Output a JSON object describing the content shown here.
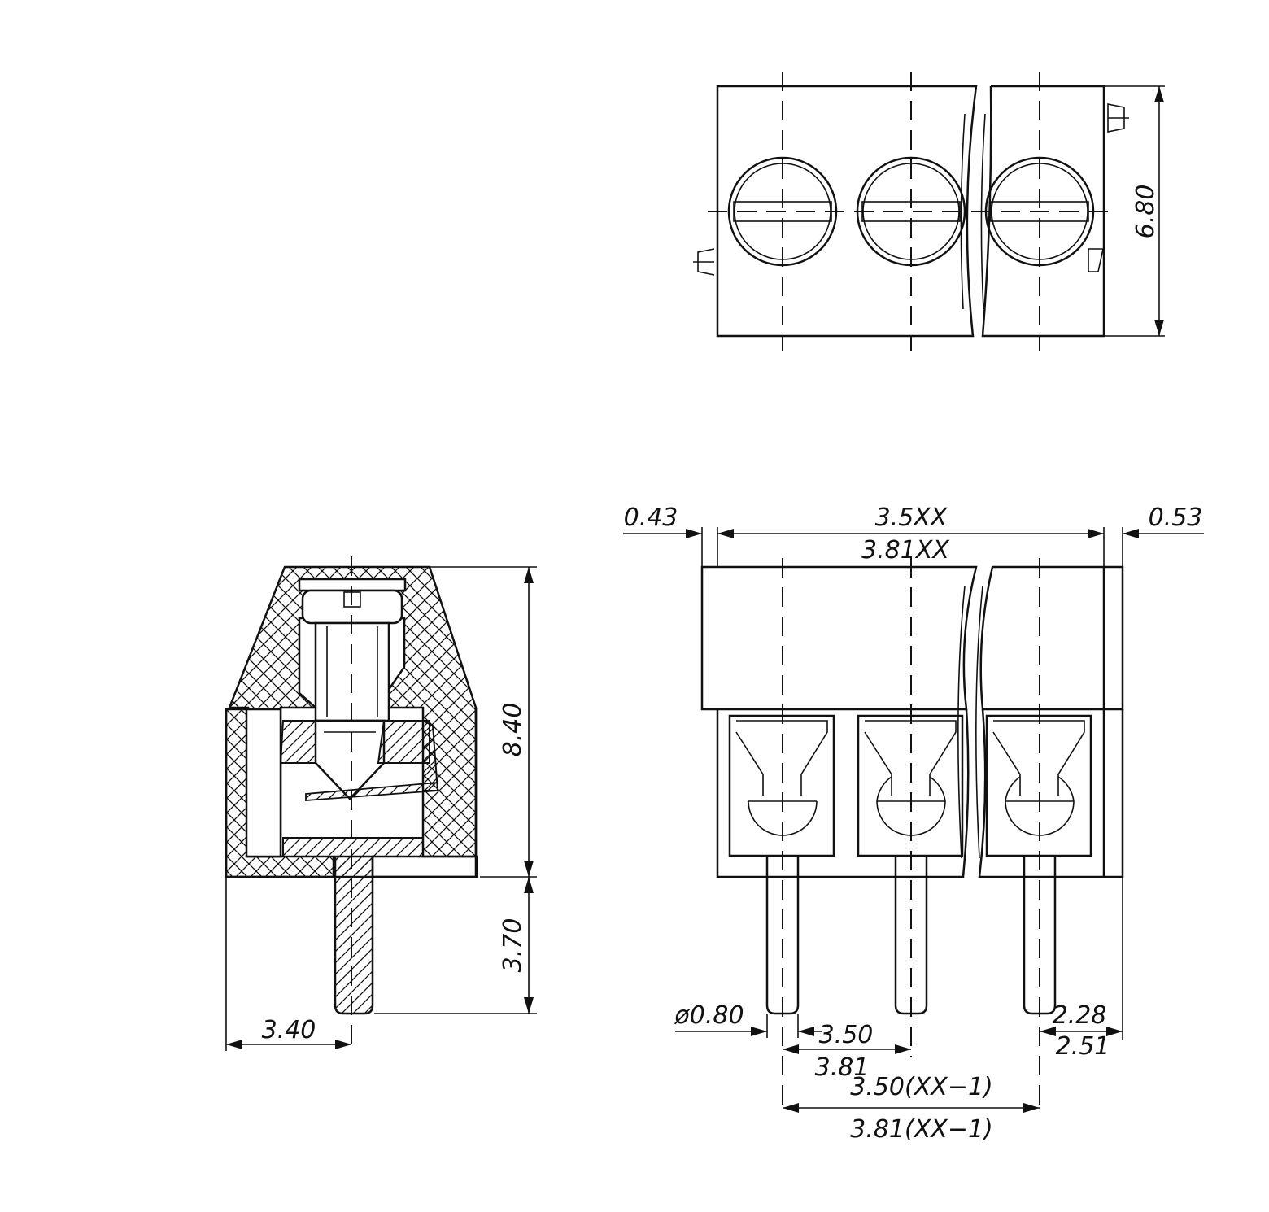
{
  "top_view": {
    "height_dim": "6.80"
  },
  "side_view": {
    "height_dim": "8.40",
    "pin_dim": "3.70",
    "offset_dim": "3.40"
  },
  "front_view": {
    "left_margin": "0.43",
    "right_margin": "0.53",
    "body_len_a": "3.5XX",
    "body_len_b": "3.81XX",
    "pin_dia": "ø0.80",
    "pitch_a": "3.50",
    "pitch_b": "3.81",
    "end_a": "2.28",
    "end_b": "2.51",
    "span_a": "3.50(XX−1)",
    "span_b": "3.81(XX−1)"
  }
}
